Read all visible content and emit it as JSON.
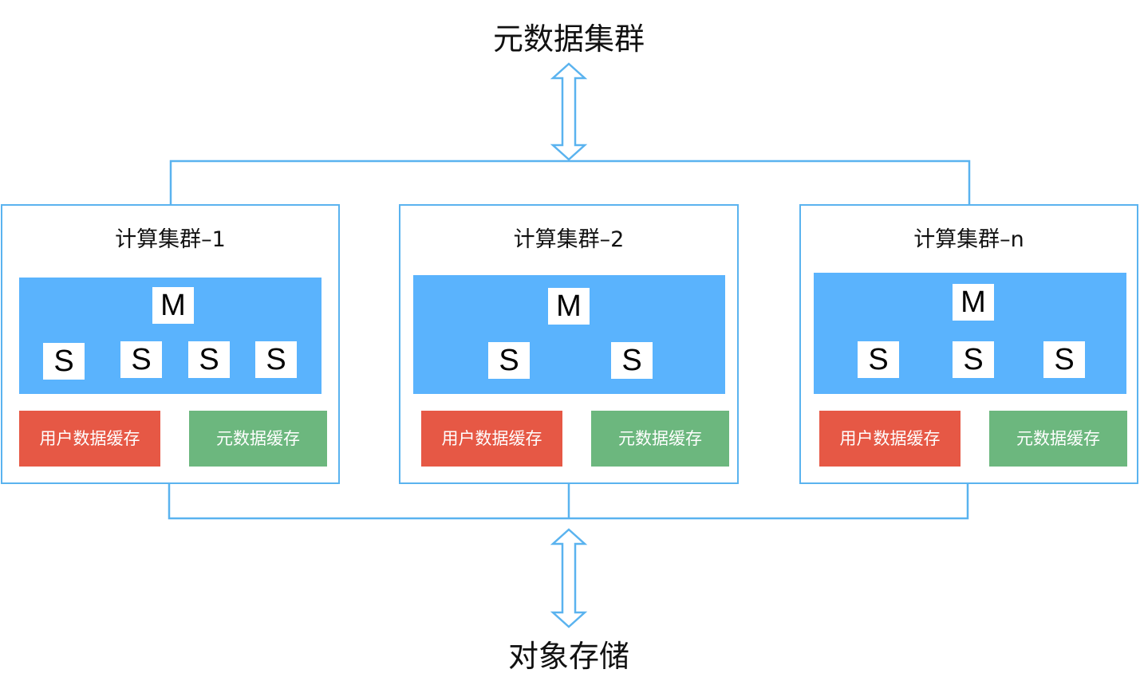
{
  "top_label": "元数据集群",
  "bottom_label": "对象存储",
  "colors": {
    "line": "#5ab3ef",
    "node_panel": "#5ab3fd",
    "user_cache": "#e65845",
    "meta_cache": "#6cb77e"
  },
  "clusters": [
    {
      "title": "计算集群–1",
      "master": "M",
      "slaves": [
        "S",
        "S",
        "S",
        "S"
      ],
      "user_cache": "用户数据缓存",
      "meta_cache": "元数据缓存"
    },
    {
      "title": "计算集群–2",
      "master": "M",
      "slaves": [
        "S",
        "S"
      ],
      "user_cache": "用户数据缓存",
      "meta_cache": "元数据缓存"
    },
    {
      "title": "计算集群–n",
      "master": "M",
      "slaves": [
        "S",
        "S",
        "S"
      ],
      "user_cache": "用户数据缓存",
      "meta_cache": "元数据缓存"
    }
  ]
}
